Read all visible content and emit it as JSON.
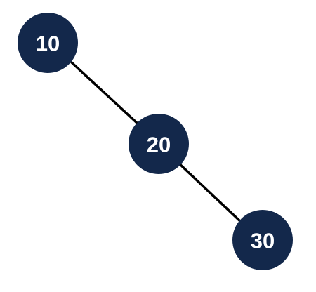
{
  "tree": {
    "nodes": [
      {
        "id": "n10",
        "label": "10"
      },
      {
        "id": "n20",
        "label": "20"
      },
      {
        "id": "n30",
        "label": "30"
      }
    ],
    "edges": [
      {
        "from": "n10",
        "to": "n20"
      },
      {
        "from": "n20",
        "to": "n30"
      }
    ],
    "colors": {
      "node_fill": "#13284b",
      "node_text": "#ffffff",
      "edge": "#000000",
      "background": "#ffffff"
    }
  }
}
